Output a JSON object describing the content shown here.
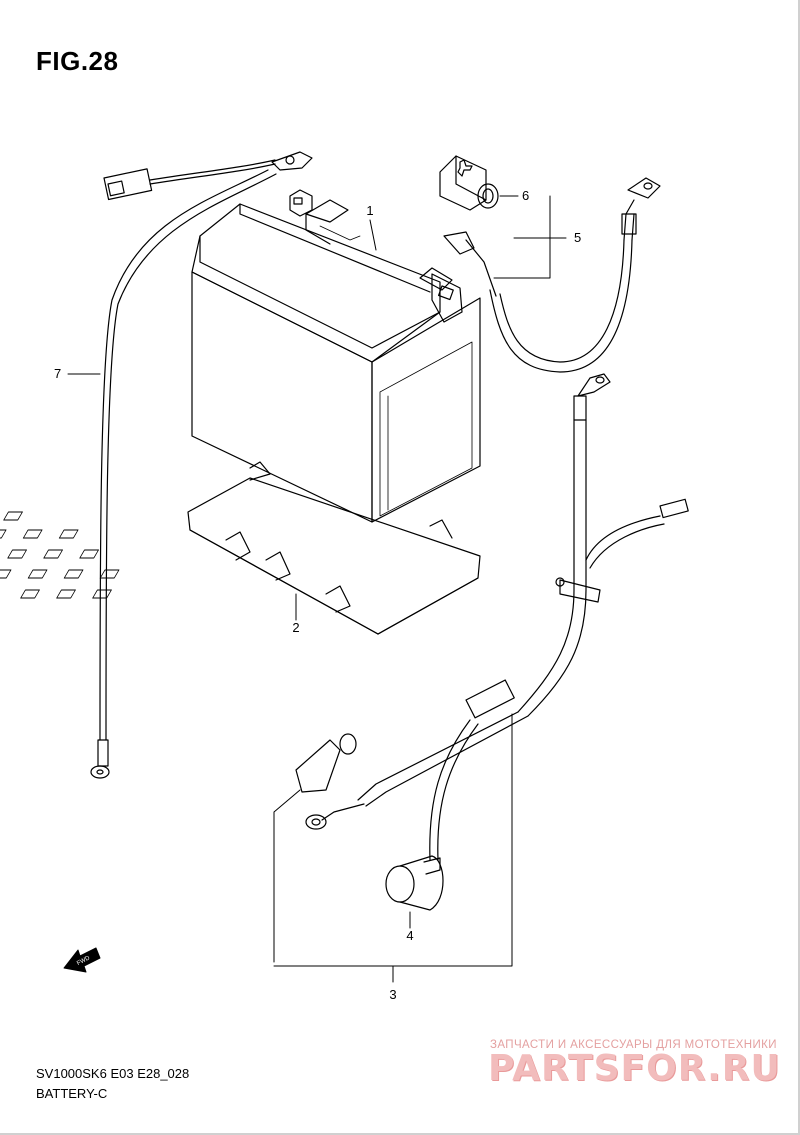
{
  "figure": {
    "title": "FIG.28",
    "code": "SV1000SK6 E03 E28_028",
    "name": "BATTERY-C"
  },
  "callouts": [
    "1",
    "2",
    "3",
    "4",
    "5",
    "6",
    "7"
  ],
  "forward_marker": "FWD",
  "watermark": {
    "subtitle": "ЗАПЧАСТИ И АКСЕССУАРЫ ДЛЯ МОТОТЕХНИКИ",
    "brand": "PARTSFOR.RU",
    "color": "#f2bcbc"
  },
  "colors": {
    "line": "#000000",
    "background": "#ffffff"
  }
}
